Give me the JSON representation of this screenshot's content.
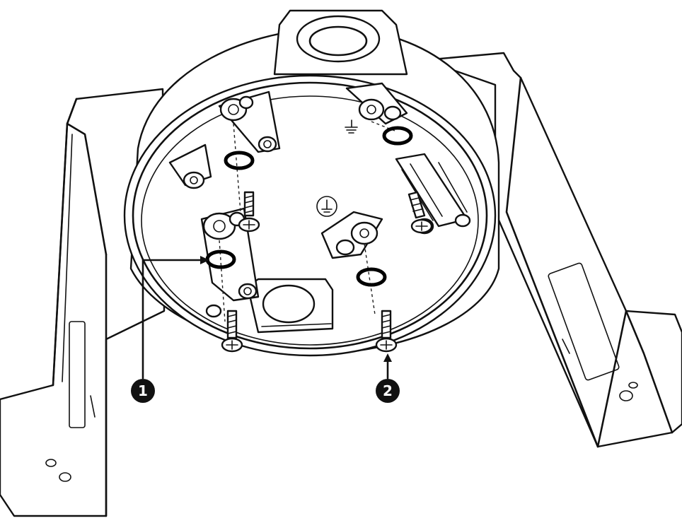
{
  "callouts": [
    {
      "id": "1",
      "label": "1"
    },
    {
      "id": "2",
      "label": "2"
    }
  ],
  "colors": {
    "line": "#111111",
    "background": "#ffffff",
    "callout_fill": "#111111",
    "callout_text": "#ffffff"
  }
}
